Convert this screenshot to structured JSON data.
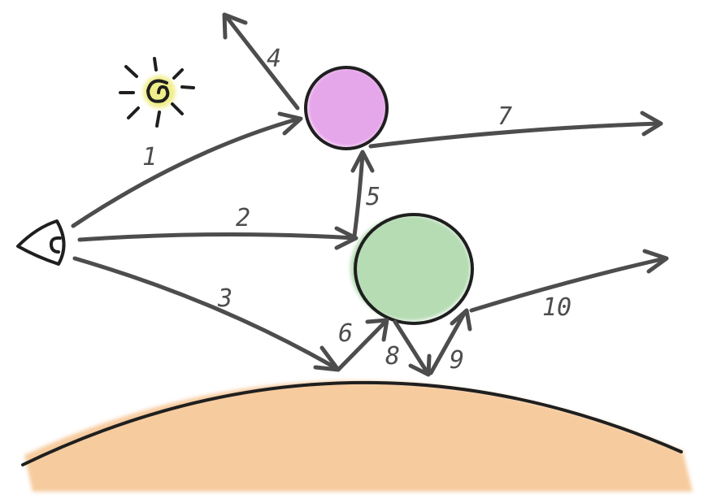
{
  "diagram": {
    "ray_labels": [
      "1",
      "2",
      "3",
      "4",
      "5",
      "6",
      "7",
      "8",
      "9",
      "10"
    ]
  },
  "colors": {
    "ground": "#f5c28e",
    "magenta_sphere": "#e6a6ea",
    "green_sphere": "#b6dcb4",
    "sun": "#f0ee8c",
    "arrow": "#4d4d4d",
    "outline": "#1f1f1f"
  },
  "icons": {
    "light_source": "sun-icon",
    "viewer": "eye-icon"
  }
}
